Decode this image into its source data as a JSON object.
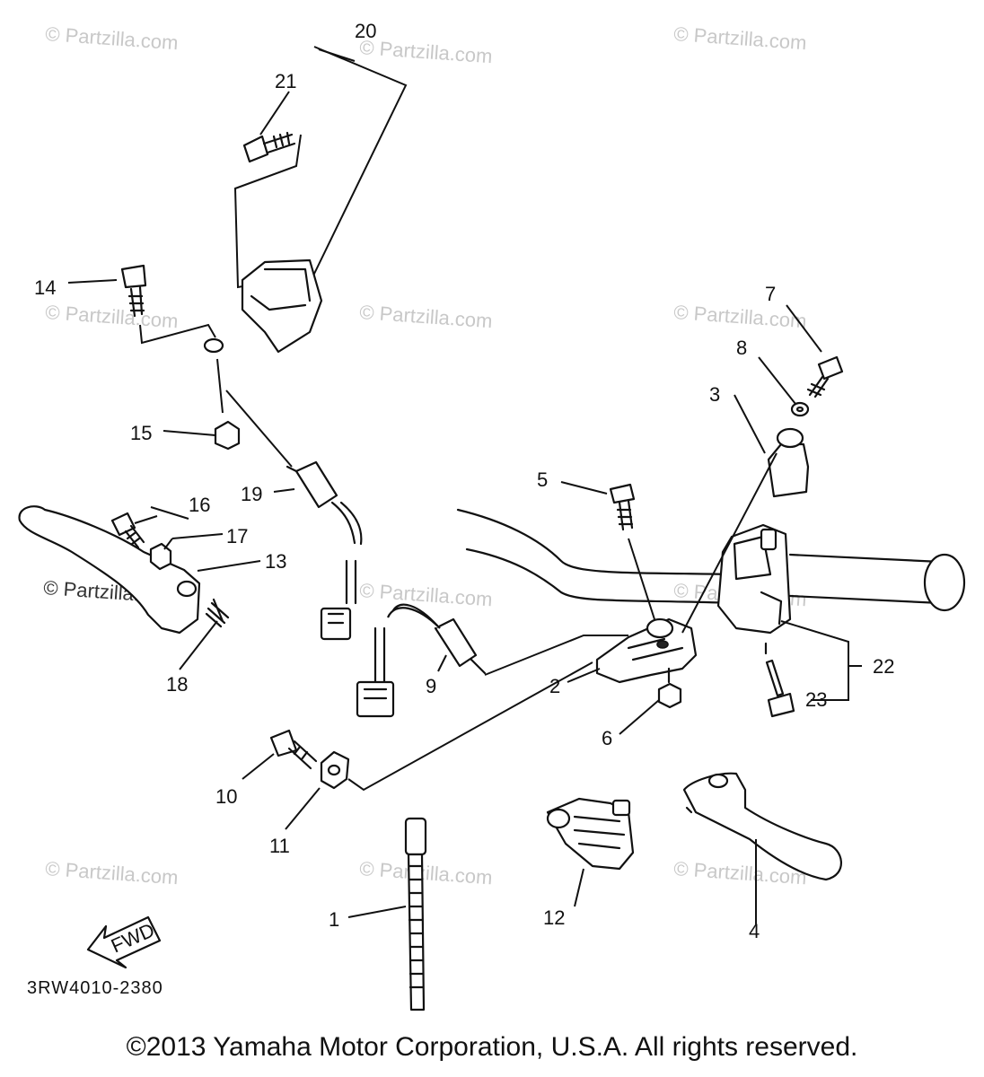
{
  "watermark": "© Partzilla.com",
  "callouts": {
    "c1": "1",
    "c2": "2",
    "c3": "3",
    "c4": "4",
    "c5": "5",
    "c6": "6",
    "c7": "7",
    "c8": "8",
    "c9": "9",
    "c10": "10",
    "c11": "11",
    "c12": "12",
    "c13": "13",
    "c14": "14",
    "c15": "15",
    "c16": "16",
    "c17": "17",
    "c18": "18",
    "c19": "19",
    "c20": "20",
    "c21": "21",
    "c22": "22",
    "c23": "23"
  },
  "fwd_label": "FWD",
  "diagram_code": "3RW4010-2380",
  "copyright": "©2013 Yamaha Motor Corporation, U.S.A. All rights reserved."
}
